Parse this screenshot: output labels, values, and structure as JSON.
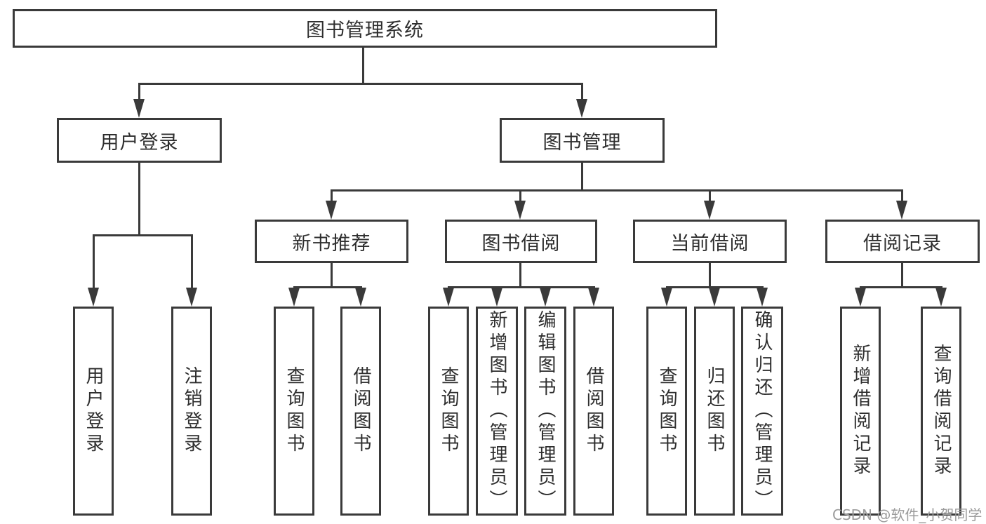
{
  "diagram": {
    "root": "图书管理系统",
    "level2": [
      "用户登录",
      "图书管理"
    ],
    "level3": [
      "新书推荐",
      "图书借阅",
      "当前借阅",
      "借阅记录"
    ],
    "leaves": [
      "用户登录",
      "注销登录",
      "查询图书",
      "借阅图书",
      "查询图书",
      "新增图书（管理员）",
      "编辑图书（管理员）",
      "借阅图书",
      "查询图书",
      "归还图书",
      "确认归还（管理员）",
      "新增借阅记录",
      "查询借阅记录"
    ]
  },
  "colors": {
    "line": "#3a3a3a",
    "text": "#2e2e2e",
    "background": "#ffffff",
    "watermark": "#9b9b9b"
  },
  "watermark": {
    "text": "CSDN @软件_小贺同学"
  }
}
